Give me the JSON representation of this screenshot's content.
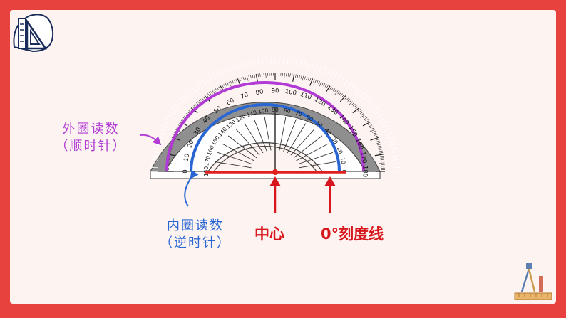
{
  "labels": {
    "outer_line1": "外圈读数",
    "outer_line2": "（顺时针）",
    "inner_line1": "内圈读数",
    "inner_line2": "（逆时针）",
    "center": "中心",
    "zero_line": "0°刻度线"
  },
  "protractor": {
    "outer_numbers": [
      "0",
      "10",
      "20",
      "30",
      "40",
      "50",
      "60",
      "70",
      "80",
      "90",
      "100",
      "110",
      "120",
      "130",
      "140",
      "150",
      "160",
      "170",
      "180"
    ],
    "inner_numbers": [
      "180",
      "170",
      "160",
      "150",
      "140",
      "130",
      "120",
      "110",
      "100",
      "90",
      "80",
      "70",
      "60",
      "50",
      "40",
      "30",
      "20",
      "10",
      "0"
    ]
  },
  "colors": {
    "frame": "#e8423f",
    "outer_arc": "#b23bd6",
    "inner_arc": "#2966d4",
    "baseline": "#e01f1f",
    "protractor_fill": "#8f8f8f"
  },
  "icons": {
    "logo": "set-square-ruler-icon",
    "corner": "compass-ruler-icon"
  }
}
